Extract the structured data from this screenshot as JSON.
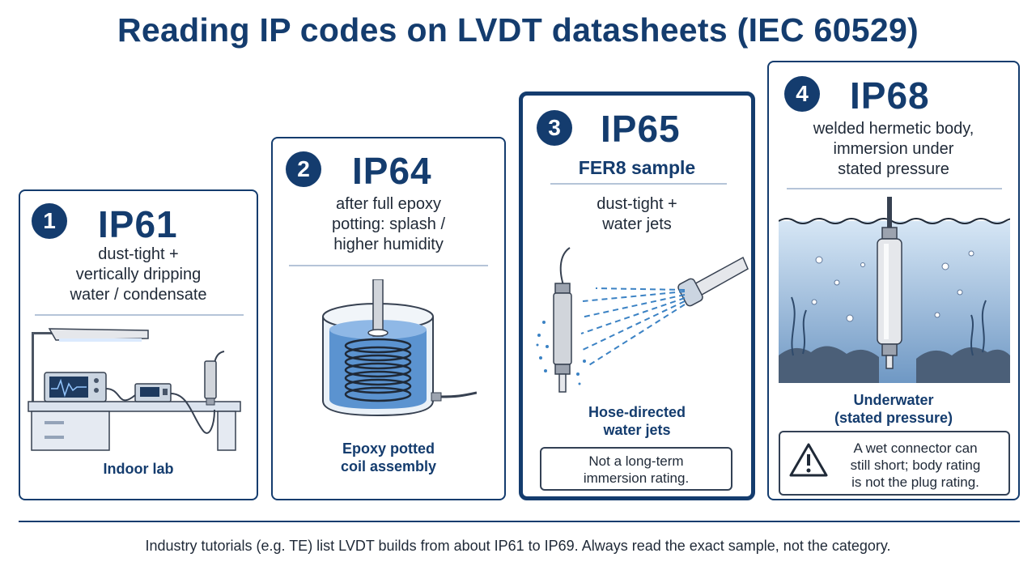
{
  "title": "Reading IP codes on LVDT datasheets (IEC 60529)",
  "cards": [
    {
      "number": "1",
      "code": "IP61",
      "description": [
        "dust-tight +",
        "vertically dripping",
        "water / condensate"
      ],
      "caption": [
        "Indoor lab"
      ],
      "illustration_icon": "lab-bench-icon"
    },
    {
      "number": "2",
      "code": "IP64",
      "description": [
        "after full epoxy",
        "potting: splash /",
        "higher humidity"
      ],
      "caption": [
        "Epoxy potted",
        "coil assembly"
      ],
      "illustration_icon": "potted-coil-icon"
    },
    {
      "number": "3",
      "code": "IP65",
      "sample": "FER8 sample",
      "description": [
        "dust-tight +",
        "water jets"
      ],
      "caption": [
        "Hose-directed",
        "water jets"
      ],
      "note": [
        "Not a long-term",
        "immersion rating."
      ],
      "illustration_icon": "water-jet-icon"
    },
    {
      "number": "4",
      "code": "IP68",
      "description": [
        "welded hermetic body,",
        "immersion under",
        "stated pressure"
      ],
      "caption": [
        "Underwater",
        "(stated pressure)"
      ],
      "warning": [
        "A wet connector can",
        "still short; body rating",
        "is not the plug rating."
      ],
      "illustration_icon": "underwater-sensor-icon"
    }
  ],
  "footer": "Industry tutorials (e.g. TE) list LVDT builds from about IP61 to IP69. Always read the exact sample, not the category.",
  "colors": {
    "navy": "#143c6e",
    "water": "#3b82c4",
    "rule": "#b5c4d8"
  }
}
